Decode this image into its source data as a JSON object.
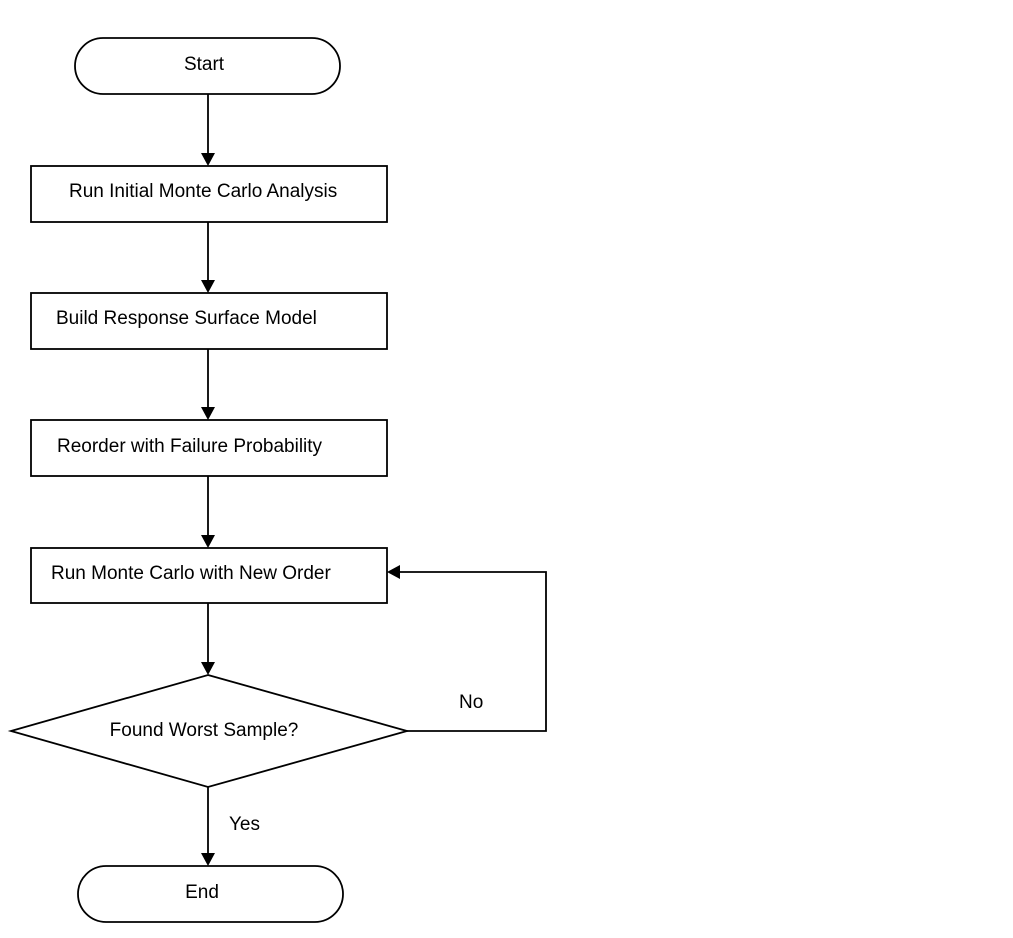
{
  "diagram": {
    "type": "flowchart",
    "nodes": {
      "start": {
        "label": "Start",
        "shape": "terminator"
      },
      "initial_mc": {
        "label": "Run Initial Monte Carlo Analysis",
        "shape": "process"
      },
      "build_rsm": {
        "label": "Build Response Surface Model",
        "shape": "process"
      },
      "reorder": {
        "label": "Reorder with Failure Probability",
        "shape": "process"
      },
      "run_mc_new": {
        "label": "Run Monte Carlo with New Order",
        "shape": "process"
      },
      "decision": {
        "label": "Found Worst Sample?",
        "shape": "decision"
      },
      "end": {
        "label": "End",
        "shape": "terminator"
      }
    },
    "edges": {
      "no_label": "No",
      "yes_label": "Yes"
    },
    "connections": [
      [
        "start",
        "initial_mc"
      ],
      [
        "initial_mc",
        "build_rsm"
      ],
      [
        "build_rsm",
        "reorder"
      ],
      [
        "reorder",
        "run_mc_new"
      ],
      [
        "run_mc_new",
        "decision"
      ],
      [
        "decision",
        "run_mc_new",
        "No"
      ],
      [
        "decision",
        "end",
        "Yes"
      ]
    ],
    "colors": {
      "stroke": "#000000",
      "fill": "#ffffff",
      "text": "#000000"
    }
  }
}
